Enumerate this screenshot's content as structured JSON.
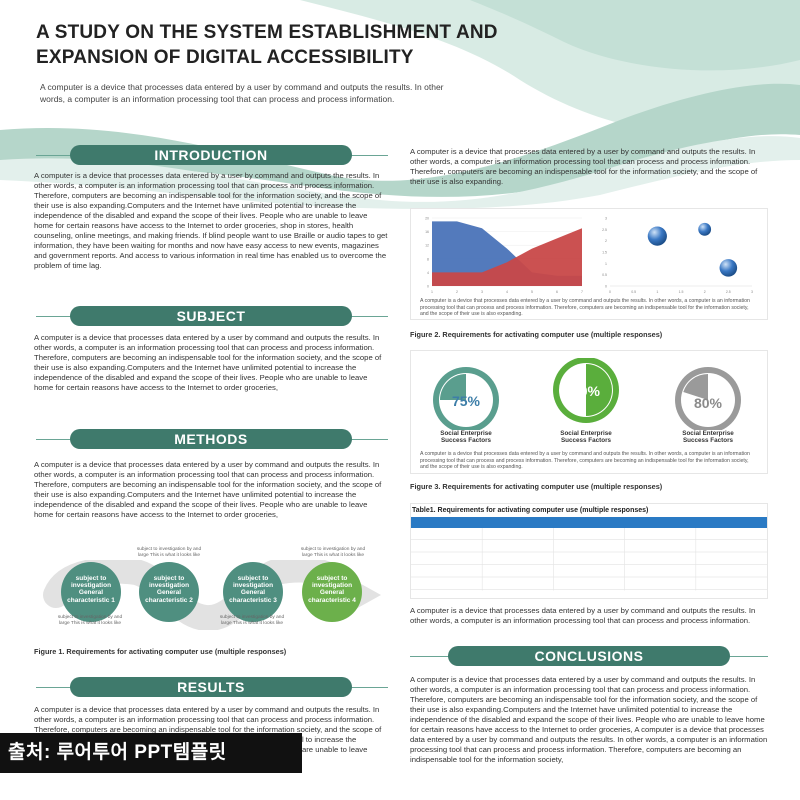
{
  "poster": {
    "title_line1": "A STUDY ON THE SYSTEM ESTABLISHMENT AND",
    "title_line2": "EXPANSION OF DIGITAL ACCESSIBILITY",
    "subtitle": "A computer is a device that processes data entered by a user by command and outputs the results. In other words, a computer is an information processing tool that can process and process information."
  },
  "sections": {
    "introduction": {
      "heading": "INTRODUCTION",
      "text": "A computer is a device that processes data entered by a user by command and outputs the results. In other words, a computer is an information processing tool that can process and process information. Therefore, computers are becoming an indispensable tool for the information society, and the scope of their use is also expanding.Computers and the Internet have unlimited potential to increase the independence of the disabled and expand the scope of their lives. People who are unable to leave home for certain reasons have access to the Internet to order groceries, shop in stores, health counseling, online meetings, and making friends. If blind people want to use Braille or audio tapes to get information, they have been waiting for months and now have easy access to new events, magazines and government reports. And access to various information in real time has enabled us to overcome the problem of time lag."
    },
    "subject": {
      "heading": "SUBJECT",
      "text": "A computer is a device that processes data entered by a user by command and outputs the results. In other words, a computer is an information processing tool that can process and process information. Therefore, computers are becoming an indispensable tool for the information society, and the scope of their use is also expanding.Computers and the Internet have unlimited potential to increase the independence of the disabled and expand the scope of their lives. People who are unable to leave home for certain reasons have access to the Internet to order groceries,"
    },
    "methods": {
      "heading": "METHODS",
      "text": "A computer is a device that processes data entered by a user by command and outputs the results. In other words, a computer is an information processing tool that can process and process information. Therefore, computers are becoming an indispensable tool for the information society, and the scope of their use is also expanding.Computers and the Internet have unlimited potential to increase the independence of the disabled and expand the scope of their lives. People who are unable to leave home for certain reasons have access to the Internet to order groceries,"
    },
    "results": {
      "heading": "RESULTS",
      "text": "A computer is a device that processes data entered by a user by command and outputs the results. In other words, a computer is an information processing tool that can process and process information. Therefore, computers are becoming an indispensable tool for the information society, and the scope of their use is also expanding.Computers and the Internet have unlimited potential to increase the independence of the disabled and expand the scope of their lives. People who are unable to leave home for certain reasons have access to the Internet to order"
    },
    "right_top": {
      "text": "A computer is a device that processes data entered by a user by command and outputs the results. In other words, a computer is an information processing tool that can process and process information. Therefore, computers are becoming an indispensable tool for the information society, and the scope of their use is also expanding."
    },
    "right_mid": {
      "text": "A computer is a device that processes data entered by a user by command and outputs the results. In other words, a computer is an information processing tool that can process and process information."
    },
    "conclusions": {
      "heading": "CONCLUSIONS",
      "text": "A computer is a device that processes data entered by a user by command and outputs the results. In other words, a computer is an information processing tool that can process and process information. Therefore, computers are becoming an indispensable tool for the information society, and the scope of their use is also expanding.Computers and the Internet have unlimited potential to increase the independence of the disabled and expand the scope of their lives. People who are unable to leave home for certain reasons have access to the Internet to order groceries, A computer is a device that processes data entered by a user by command and outputs the results. In other words, a computer is an information processing tool that can process and process information. Therefore, computers are becoming an indispensable tool for the information society,"
    }
  },
  "figure1": {
    "caption": "Figure 1. Requirements for activating computer use (multiple responses)",
    "steps": [
      {
        "label": "subject to investigation General characteristic 1",
        "note": "subject to investigation by and large This is what it looks like",
        "note_position": "below"
      },
      {
        "label": "subject to investigation General characteristic 2",
        "note": "subject to investigation by and large This is what it looks like",
        "note_position": "above"
      },
      {
        "label": "subject to investigation General characteristic 3",
        "note": "subject to investigation by and large This is what it looks like",
        "note_position": "below"
      },
      {
        "label": "subject to investigation General characteristic 4",
        "note": "subject to investigation by and large This is what it looks like",
        "note_position": "above"
      }
    ],
    "colors": {
      "step": "#4f8f80",
      "last_step": "#6cb04b"
    }
  },
  "figure2": {
    "caption": "Figure 2. Requirements for activating computer use (multiple responses)",
    "note": "A computer is a device that processes data entered by a user by command and outputs the results. In other words, a computer is an information processing tool that can process and process information. Therefore, computers are becoming an indispensable tool for the information society, and the scope of their use is also expanding."
  },
  "figure3": {
    "caption": "Figure 3. Requirements for activating computer use (multiple responses)",
    "note": "A computer is a device that processes data entered by a user by command and outputs the results. In other words, a computer is an information processing tool that can process and process information. Therefore, computers are becoming an indispensable tool for the information society, and the scope of their use is also expanding.",
    "pies": [
      {
        "pct_label": "75%",
        "value": 75,
        "label": "Social Enterprise Success Factors",
        "color": "#5a9e8e",
        "text_color": "#3d7ea8"
      },
      {
        "pct_label": "50%",
        "value": 50,
        "label": "Social Enterprise Success Factors",
        "color": "#5aae3c",
        "text_color": "#ffffff"
      },
      {
        "pct_label": "80%",
        "value": 80,
        "label": "Social Enterprise Success Factors",
        "color": "#9a9a9a",
        "text_color": "#8a8a8a"
      }
    ]
  },
  "table1": {
    "title": "Table1. Requirements for activating computer use (multiple responses)",
    "header_color": "#2a7ac4",
    "columns": 5,
    "rows": 6
  },
  "chart_data": [
    {
      "type": "area",
      "series": [
        {
          "values": [
            19,
            19,
            17,
            11,
            4,
            3,
            3
          ]
        },
        {
          "values": [
            4,
            4,
            4,
            7,
            11,
            14,
            17
          ]
        }
      ],
      "x": [
        0,
        1,
        2,
        3,
        4,
        5,
        6
      ],
      "ylim": [
        0,
        20
      ],
      "ytick_labels": [
        "20",
        "16",
        "12",
        "8",
        "4",
        "0"
      ],
      "xtick_labels": [
        "1",
        "2",
        "3",
        "4",
        "5",
        "6",
        "7"
      ],
      "colors": [
        "#4a73b8",
        "#c84848"
      ],
      "grid": true
    },
    {
      "type": "scatter",
      "points": [
        {
          "x": 1.0,
          "y": 2.2,
          "size": 12
        },
        {
          "x": 2.0,
          "y": 2.5,
          "size": 8
        },
        {
          "x": 2.5,
          "y": 0.8,
          "size": 11
        }
      ],
      "xlim": [
        0,
        3
      ],
      "ylim": [
        0,
        3
      ],
      "xtick_labels": [
        "0",
        "0.5",
        "1",
        "1.5",
        "2",
        "2.5",
        "3"
      ],
      "ytick_labels": [
        "3",
        "2.5",
        "2",
        "1.5",
        "1",
        "0.5",
        "0"
      ],
      "color": "#3a78c4"
    }
  ],
  "watermark": "출처: 루어투어 PPT템플릿"
}
